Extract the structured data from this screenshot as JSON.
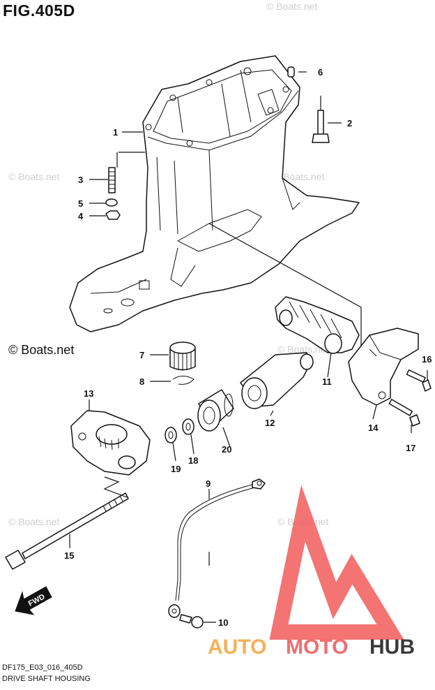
{
  "figure": {
    "title": "FIG.405D",
    "model_code": "DF175_E03_016_405D",
    "name": "DRIVE SHAFT HOUSING"
  },
  "watermarks": [
    "© Boats.net",
    "© Boats.net",
    "© Boats.net",
    "© Boats.net",
    "© Boats.net",
    "© Boats.net",
    "© Boats.net"
  ],
  "fwd_label": "FWD",
  "logo": {
    "part1": "AUTO",
    "part2": "MOTO",
    "part3": "HUB",
    "colors": {
      "auto": "#f6b05a",
      "moto": "#f06e6e",
      "hub": "#3a3a3a",
      "triangle": "#f25a5a"
    }
  },
  "callouts": [
    "1",
    "2",
    "3",
    "4",
    "5",
    "6",
    "7",
    "8",
    "9",
    "10",
    "11",
    "12",
    "13",
    "14",
    "15",
    "16",
    "17",
    "18",
    "19",
    "20"
  ]
}
